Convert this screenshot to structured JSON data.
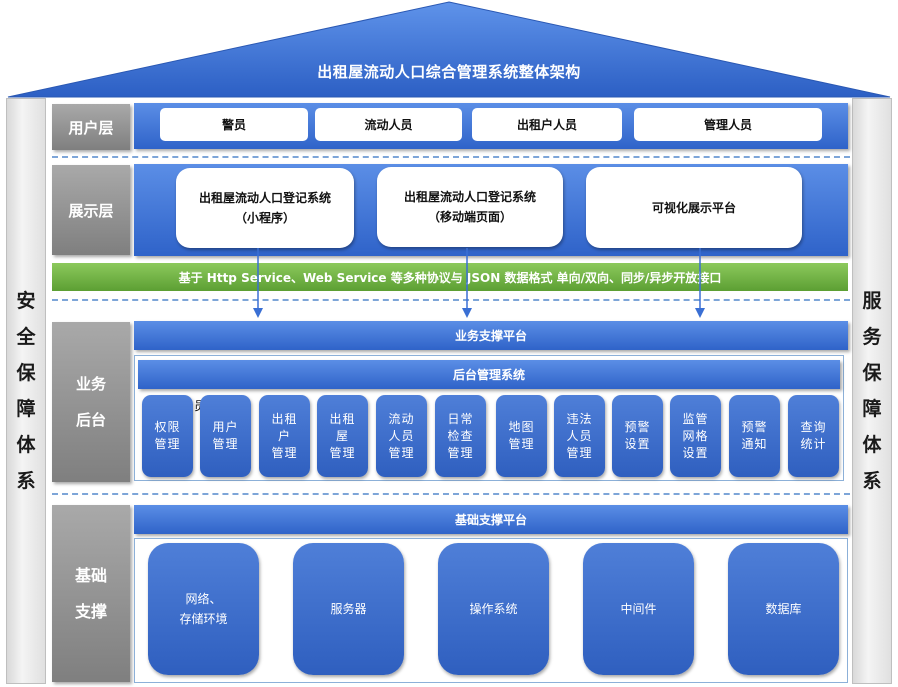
{
  "title": "出租屋流动人口综合管理系统整体架构",
  "left_pillar": [
    "安",
    "全",
    "保",
    "障",
    "体",
    "系"
  ],
  "right_pillar": [
    "服",
    "务",
    "保",
    "障",
    "体",
    "系"
  ],
  "user_layer": {
    "label": "用户层",
    "items": [
      "警员",
      "流动人员",
      "出租户人员",
      "管理人员"
    ]
  },
  "display_layer": {
    "label": "展示层",
    "items": [
      {
        "line1": "出租屋流动人口登记系统",
        "line2": "（小程序）"
      },
      {
        "line1": "出租屋流动人口登记系统",
        "line2": "（移动端页面）"
      },
      {
        "line1": "可视化展示平台",
        "line2": ""
      }
    ],
    "interface_bar": "基于 Http Service、Web Service 等多种协议与 JSON 数据格式 单向/双向、同步/异步开放接口"
  },
  "business_layer": {
    "label": "业务\n后台",
    "platform": "业务支撑平台",
    "backend": "后台管理系统",
    "stray_char": "员",
    "modules": [
      "权限\n管理",
      "用户\n管理",
      "出租\n户\n管理",
      "出租\n屋\n管理",
      "流动\n人员\n管理",
      "日常\n检查\n管理",
      "地图\n管理",
      "违法\n人员\n管理",
      "预警\n设置",
      "监管\n网格\n设置",
      "预警\n通知",
      "查询\n统计"
    ]
  },
  "base_layer": {
    "label": "基础\n支撑",
    "platform": "基础支撑平台",
    "items": [
      "网络、\n存储环境",
      "服务器",
      "操作系统",
      "中间件",
      "数据库"
    ]
  },
  "colors": {
    "roof": "#3a6fd4",
    "band": "#2f63c9",
    "green": "#6aad3d",
    "label_gray": "#8c8c8c"
  }
}
